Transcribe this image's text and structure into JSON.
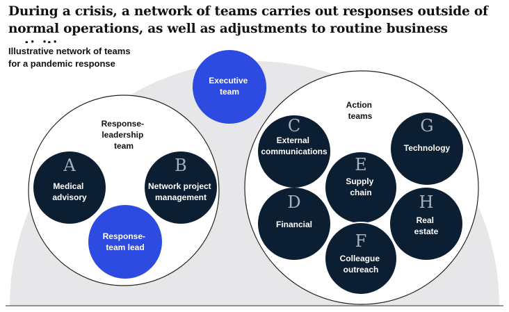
{
  "headline": "During a crisis, a network of teams carries out responses outside of normal operations, as well as adjustments to routine business activities.",
  "subtitle_lines": [
    "Illustrative network of teams",
    "for a pandemic response"
  ],
  "executive": {
    "lines": [
      "Executive",
      "team"
    ]
  },
  "response_group": {
    "label_lines": [
      "Response-",
      "leadership",
      "team"
    ],
    "teams": [
      {
        "letter": "A",
        "lines": [
          "Medical",
          "advisory"
        ]
      },
      {
        "letter": "B",
        "lines": [
          "Network project",
          "management"
        ]
      }
    ],
    "lead": {
      "lines": [
        "Response-",
        "team lead"
      ]
    }
  },
  "action_group": {
    "label_lines": [
      "Action",
      "teams"
    ],
    "teams": [
      {
        "letter": "C",
        "lines": [
          "External",
          "communications"
        ]
      },
      {
        "letter": "G",
        "lines": [
          "Technology"
        ]
      },
      {
        "letter": "E",
        "lines": [
          "Supply",
          "chain"
        ]
      },
      {
        "letter": "D",
        "lines": [
          "Financial"
        ]
      },
      {
        "letter": "H",
        "lines": [
          "Real",
          "estate"
        ]
      },
      {
        "letter": "F",
        "lines": [
          "Colleague",
          "outreach"
        ]
      }
    ]
  },
  "colors": {
    "background_arc": "#e7e7e9",
    "team_circle": "#0c1e31",
    "highlight_circle": "#2d4be0",
    "outline": "#222222",
    "letter": "#a9b1bc"
  }
}
